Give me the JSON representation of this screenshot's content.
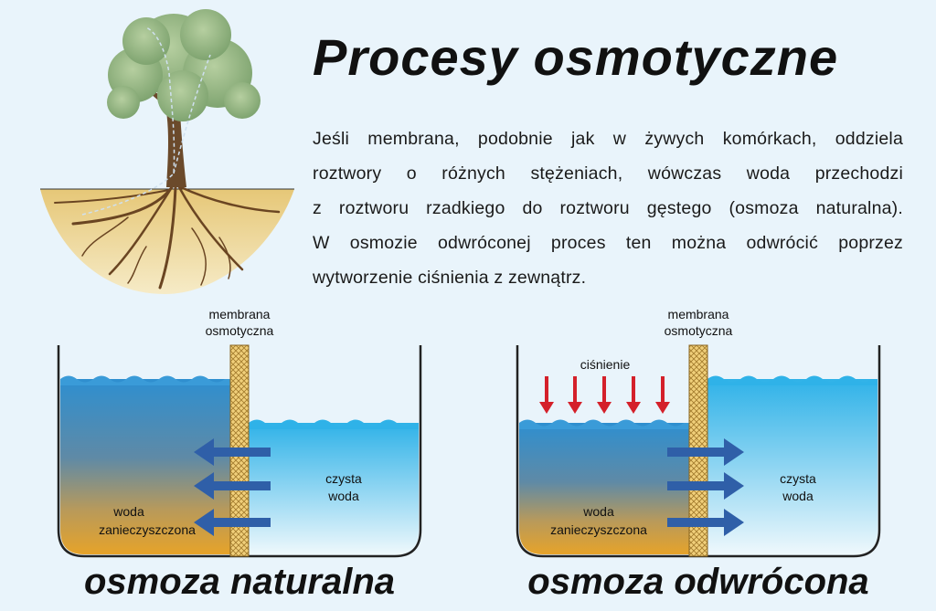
{
  "title": "Procesy osmotyczne",
  "description_lines": [
    "Jeśli membrana, podobnie jak w żywych komórkach, oddziela",
    "roztwory o różnych stężeniach, wówczas woda przechodzi",
    "z roztworu rzadkiego do roztworu gęstego (osmoza naturalna).",
    "W osmozie odwróconej proces ten można odwrócić poprzez",
    "wytworzenie ciśnienia z zewnątrz."
  ],
  "left_diagram": {
    "membrane_label_1": "membrana",
    "membrane_label_2": "osmotyczna",
    "clean_label_1": "czysta",
    "clean_label_2": "woda",
    "dirty_label_1": "woda",
    "dirty_label_2": "zanieczyszczona",
    "caption": "osmoza naturalna"
  },
  "right_diagram": {
    "membrane_label_1": "membrana",
    "membrane_label_2": "osmotyczna",
    "pressure_label": "ciśnienie",
    "clean_label_1": "czysta",
    "clean_label_2": "woda",
    "dirty_label_1": "woda",
    "dirty_label_2": "zanieczyszczona",
    "caption": "osmoza odwrócona"
  },
  "colors": {
    "clean_water": "#4fc0ea",
    "dirty_water_top": "#2f8fcf",
    "dirty_water_bottom": "#e0a533",
    "arrow": "#2f5fa8",
    "pressure_arrow": "#d4202a",
    "membrane": "#e8c26a"
  }
}
